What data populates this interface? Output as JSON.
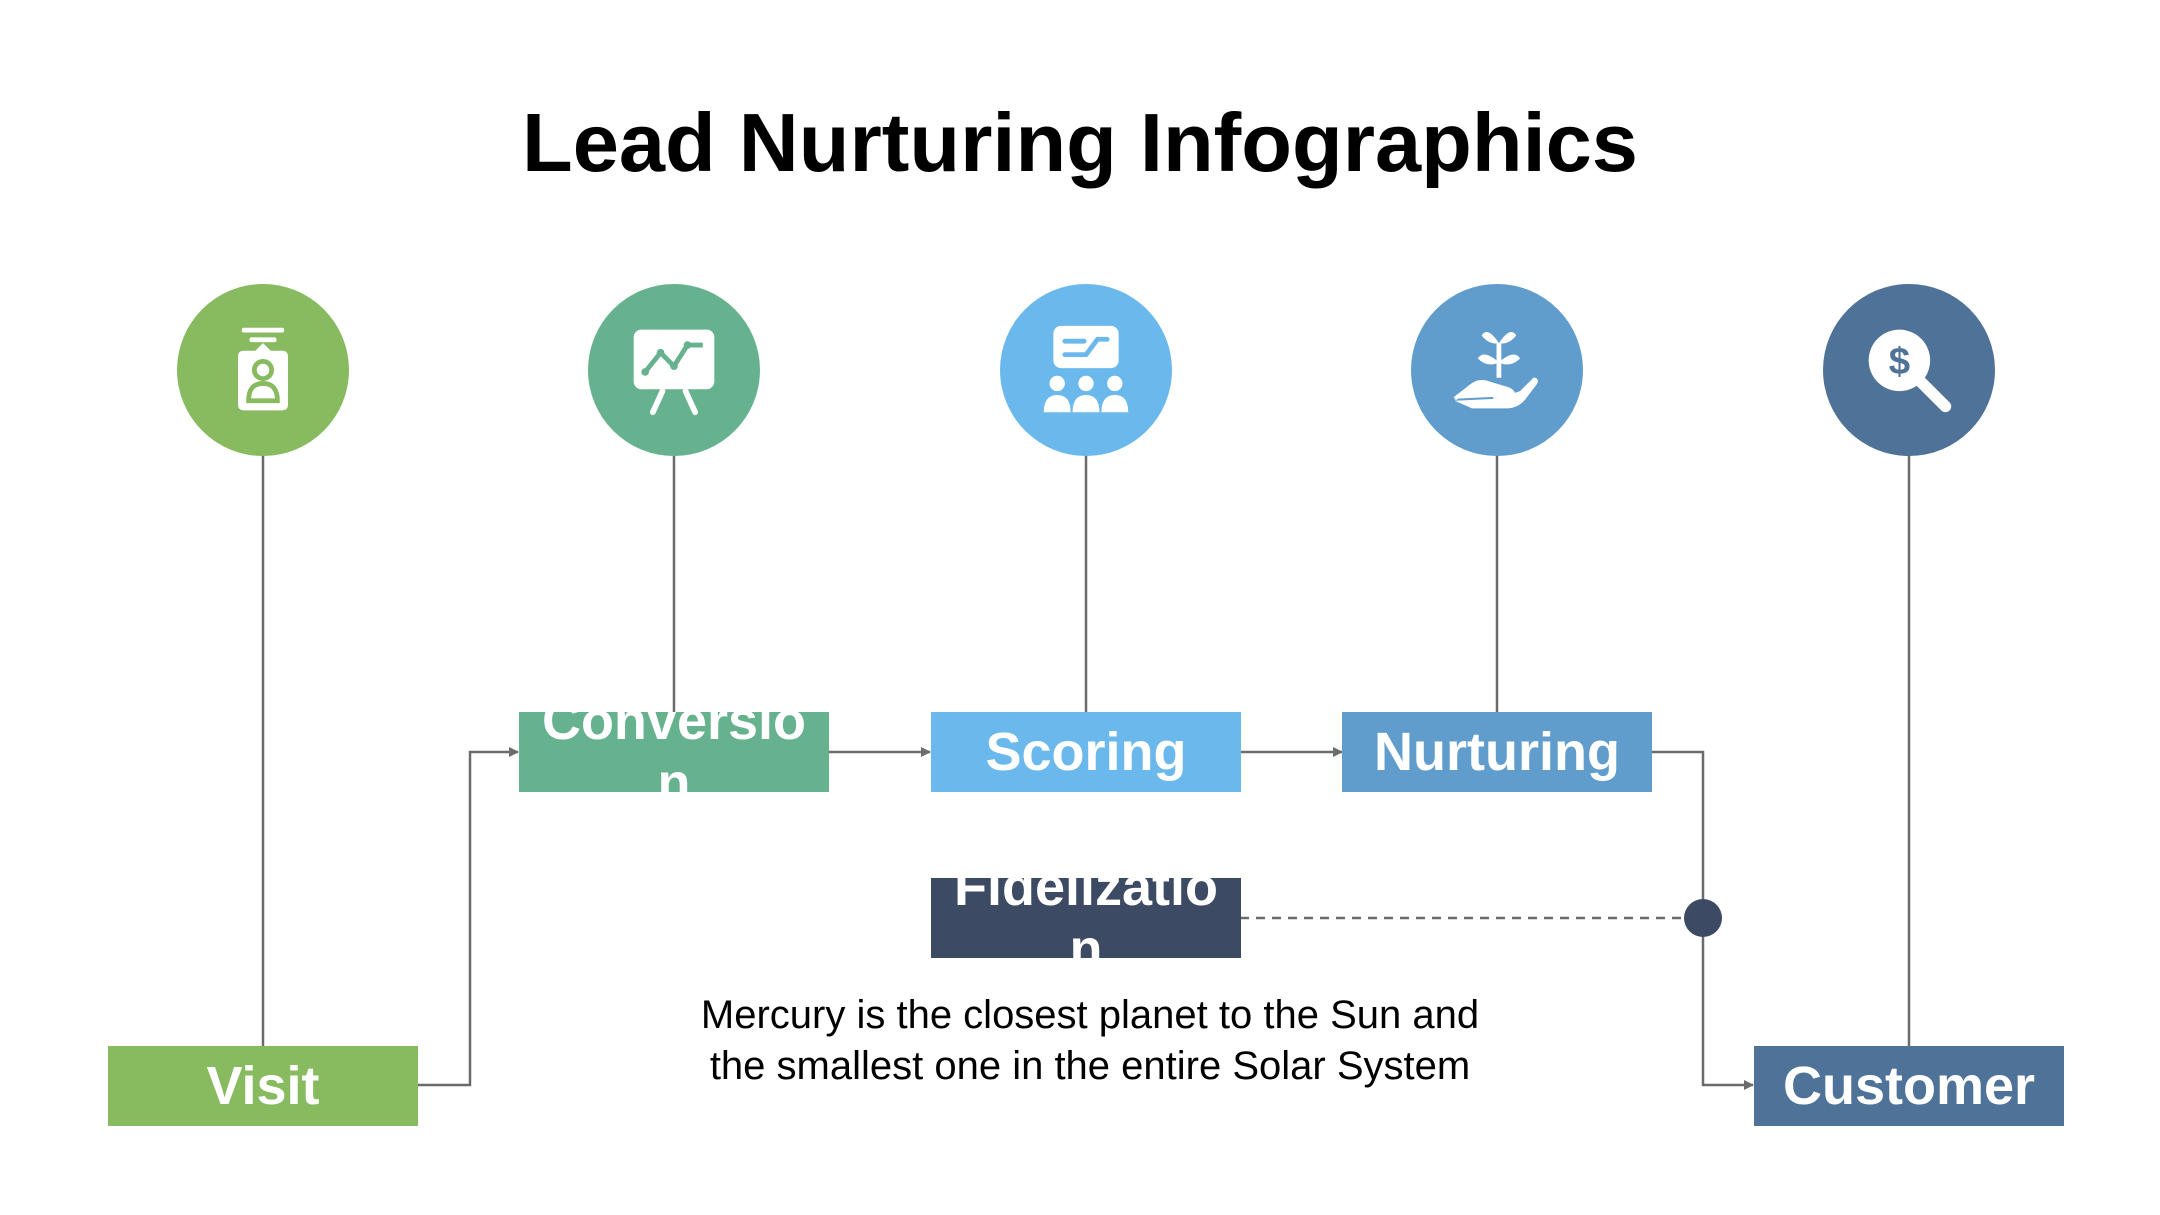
{
  "title": "Lead Nurturing Infographics",
  "stages": {
    "visit": {
      "label": "Visit",
      "color": "#88bb5f",
      "icon": "id-badge-icon"
    },
    "conversion": {
      "label": "Conversion",
      "color": "#66b28f",
      "icon": "presentation-chart-icon"
    },
    "scoring": {
      "label": "Scoring",
      "color": "#6bb9ec",
      "icon": "team-meeting-icon"
    },
    "nurturing": {
      "label": "Nurturing",
      "color": "#609ccc",
      "icon": "plant-in-hand-icon"
    },
    "customer": {
      "label": "Customer",
      "color": "#4f7298",
      "icon": "dollar-search-icon"
    },
    "fidelization": {
      "label": "Fidelization",
      "color": "#3c4a63"
    }
  },
  "description": {
    "line1": "Mercury is the closest planet to the Sun and",
    "line2": "the smallest one in the entire Solar System"
  },
  "colors": {
    "connector": "#6b6b6b",
    "junction": "#3c4a63"
  }
}
